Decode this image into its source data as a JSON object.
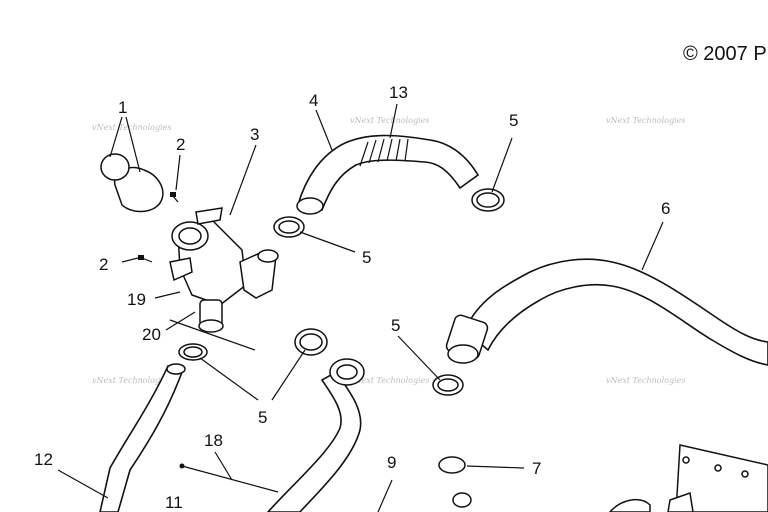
{
  "copyright": "© 2007 P",
  "watermark": "vNext Technologies",
  "callouts": [
    {
      "id": "1",
      "label": "1"
    },
    {
      "id": "2a",
      "label": "2"
    },
    {
      "id": "2b",
      "label": "2"
    },
    {
      "id": "3",
      "label": "3"
    },
    {
      "id": "4",
      "label": "4"
    },
    {
      "id": "5a",
      "label": "5"
    },
    {
      "id": "5b",
      "label": "5"
    },
    {
      "id": "5c",
      "label": "5"
    },
    {
      "id": "5d",
      "label": "5"
    },
    {
      "id": "6",
      "label": "6"
    },
    {
      "id": "7",
      "label": "7"
    },
    {
      "id": "9",
      "label": "9"
    },
    {
      "id": "11",
      "label": "11"
    },
    {
      "id": "12",
      "label": "12"
    },
    {
      "id": "13",
      "label": "13"
    },
    {
      "id": "18",
      "label": "18"
    },
    {
      "id": "19",
      "label": "19"
    },
    {
      "id": "20",
      "label": "20"
    }
  ]
}
